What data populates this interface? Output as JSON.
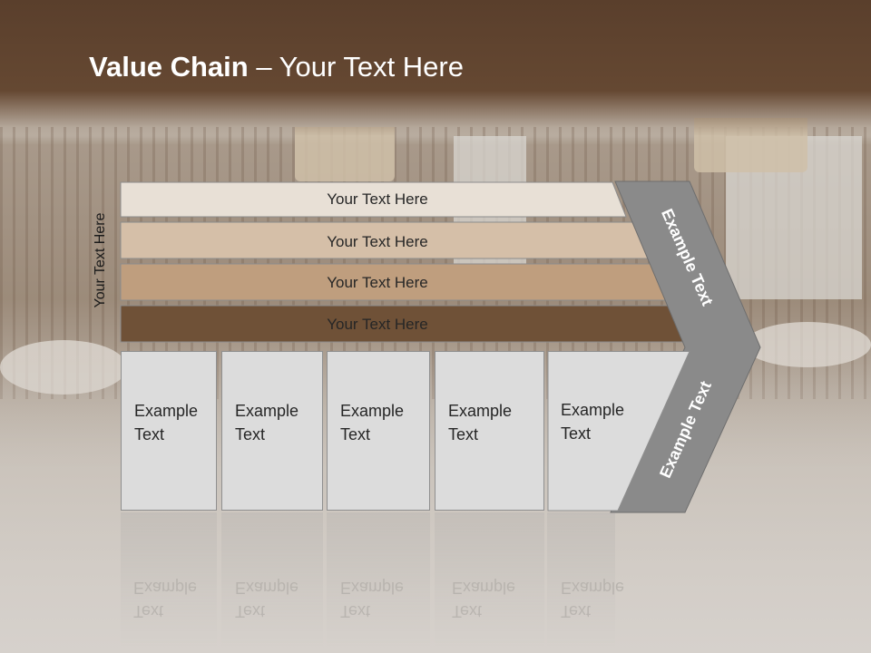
{
  "slide": {
    "title_bold": "Value Chain",
    "title_rest": " – Your Text Here",
    "vertical_label": "Your Text Here",
    "rows": [
      {
        "label": "Your Text Here",
        "color": "#e8e0d6"
      },
      {
        "label": "Your Text Here",
        "color": "#d5bfa8"
      },
      {
        "label": "Your Text Here",
        "color": "#bf9e7e"
      },
      {
        "label": "Your Text Here",
        "color": "#6f5137"
      }
    ],
    "boxes": [
      {
        "line1": "Example",
        "line2": "Text"
      },
      {
        "line1": "Example",
        "line2": "Text"
      },
      {
        "line1": "Example",
        "line2": "Text"
      },
      {
        "line1": "Example",
        "line2": "Text"
      },
      {
        "line1": "Example",
        "line2": "Text"
      }
    ],
    "chevron_top_label": "Example Text",
    "chevron_bottom_label": "Example Text",
    "colors": {
      "header": "#654832",
      "chevron": "#8a8a8a",
      "box": "#dcdcdc"
    }
  }
}
